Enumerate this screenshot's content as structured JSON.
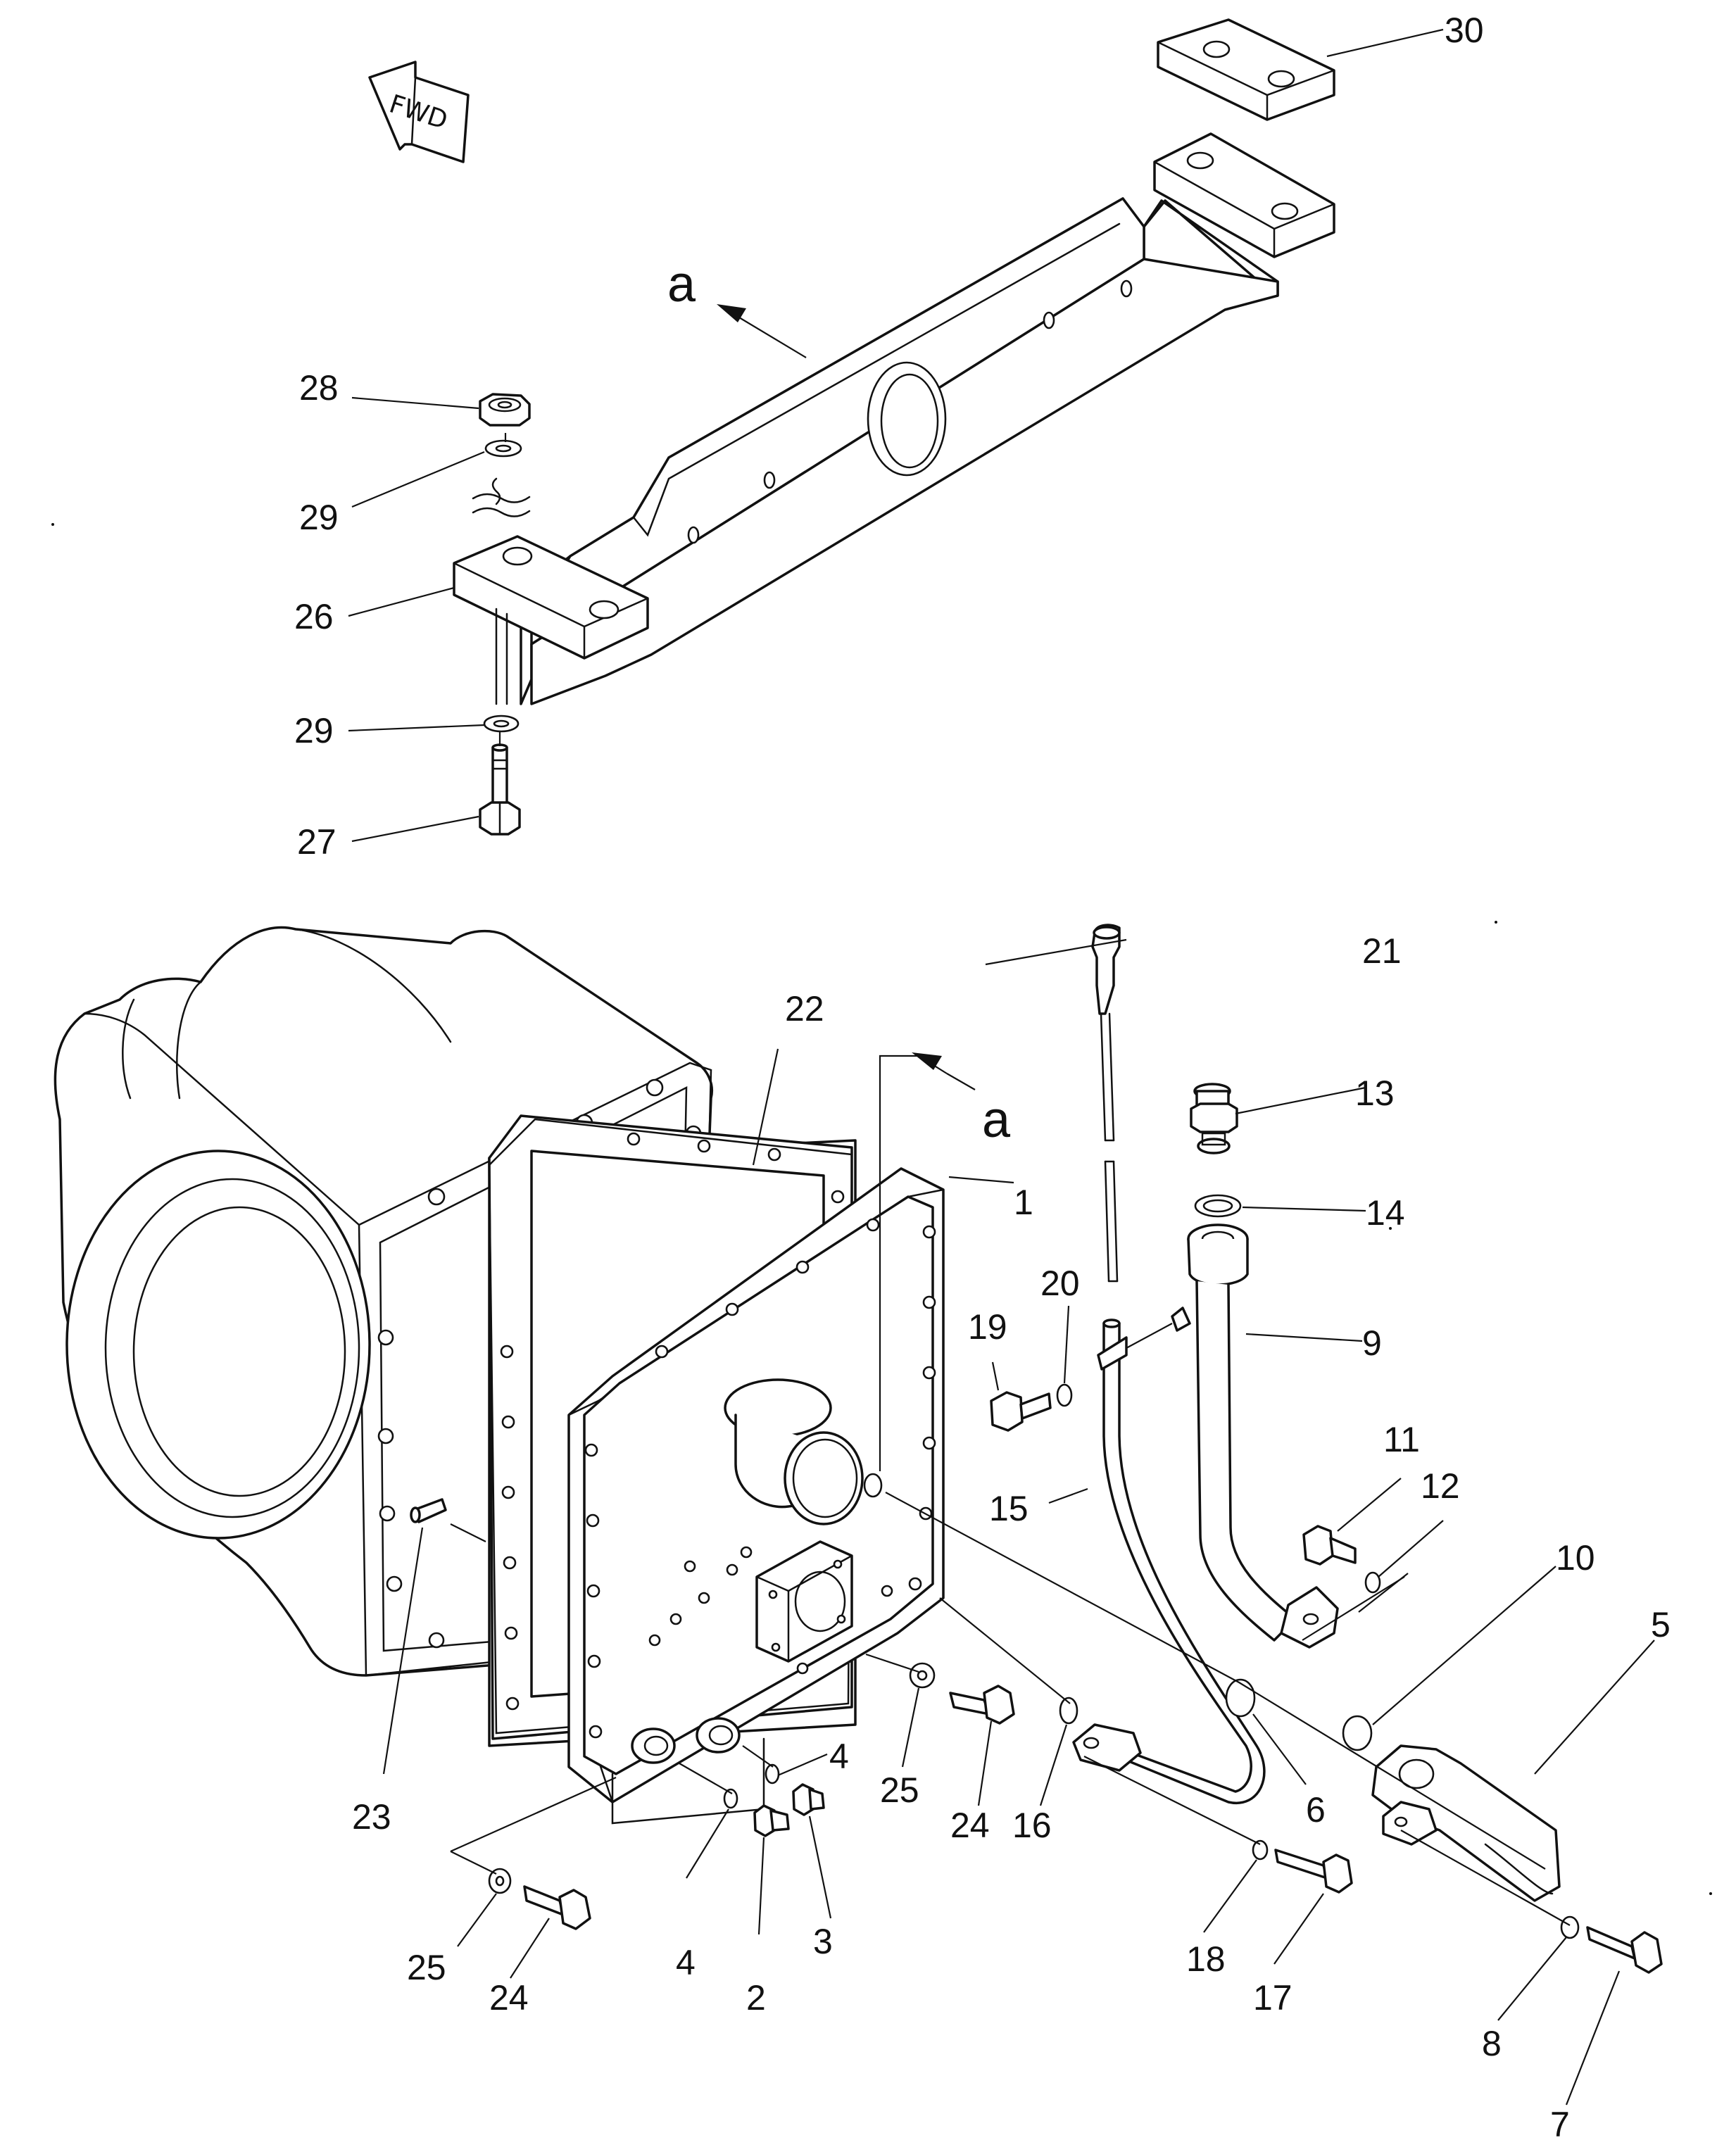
{
  "fwd_label": "FWD",
  "view_letter": "a",
  "callouts": {
    "c1": "1",
    "c2": "2",
    "c3": "3",
    "c4a": "4",
    "c4b": "4",
    "c5": "5",
    "c6": "6",
    "c7": "7",
    "c8": "8",
    "c9": "9",
    "c10": "10",
    "c11": "11",
    "c12": "12",
    "c13": "13",
    "c14": "14",
    "c15": "15",
    "c16": "16",
    "c17": "17",
    "c18": "18",
    "c19": "19",
    "c20": "20",
    "c21": "21",
    "c22": "22",
    "c23": "23",
    "c24a": "24",
    "c24b": "24",
    "c25a": "25",
    "c25b": "25",
    "c26": "26",
    "c27": "27",
    "c28": "28",
    "c29a": "29",
    "c29b": "29",
    "c30": "30"
  }
}
